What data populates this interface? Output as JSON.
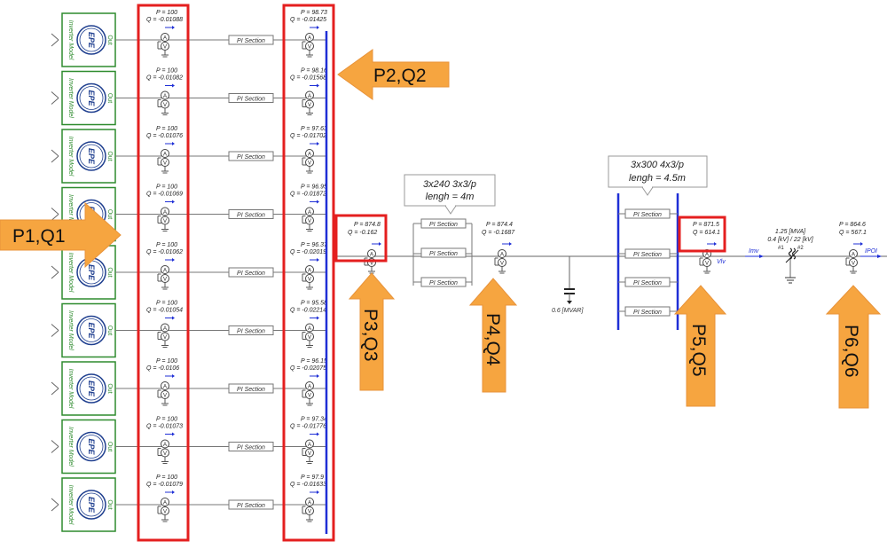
{
  "inverters": [
    {
      "model": "Inverter Model",
      "logo": "EPE",
      "port": "Out",
      "p1": "P = 100",
      "q1": "Q = -0.01088",
      "section": "PI Section",
      "p2": "P = 98.73",
      "q2": "Q = -0.01425"
    },
    {
      "model": "Inverter Model",
      "logo": "EPE",
      "port": "Out",
      "p1": "P = 100",
      "q1": "Q = -0.01082",
      "section": "PI Section",
      "p2": "P = 98.16",
      "q2": "Q = -0.01568"
    },
    {
      "model": "Inverter Model",
      "logo": "EPE",
      "port": "Out",
      "p1": "P = 100",
      "q1": "Q = -0.01076",
      "section": "PI Section",
      "p2": "P = 97.63",
      "q2": "Q = -0.01702"
    },
    {
      "model": "Inverter Model",
      "logo": "EPE",
      "port": "Out",
      "p1": "P = 100",
      "q1": "Q = -0.01069",
      "section": "PI Section",
      "p2": "P = 96.95",
      "q2": "Q = -0.01872"
    },
    {
      "model": "Inverter Model",
      "logo": "EPE",
      "port": "Out",
      "p1": "P = 100",
      "q1": "Q = -0.01062",
      "section": "PI Section",
      "p2": "P = 96.37",
      "q2": "Q = -0.02019"
    },
    {
      "model": "Inverter Model",
      "logo": "EPE",
      "port": "Out",
      "p1": "P = 100",
      "q1": "Q = -0.01054",
      "section": "PI Section",
      "p2": "P = 95.58",
      "q2": "Q = -0.02214"
    },
    {
      "model": "Inverter Model",
      "logo": "EPE",
      "port": "Out",
      "p1": "P = 100",
      "q1": "Q = -0.0106",
      "section": "PI Section",
      "p2": "P = 96.15",
      "q2": "Q = -0.02075"
    },
    {
      "model": "Inverter Model",
      "logo": "EPE",
      "port": "Out",
      "p1": "P = 100",
      "q1": "Q = -0.01073",
      "section": "PI Section",
      "p2": "P = 97.34",
      "q2": "Q = -0.01776"
    },
    {
      "model": "Inverter Model",
      "logo": "EPE",
      "port": "Out",
      "p1": "P = 100",
      "q1": "Q = -0.01079",
      "section": "PI Section",
      "p2": "P = 97.9",
      "q2": "Q = -0.01633"
    }
  ],
  "meters": {
    "m3": {
      "p": "P = 874.8",
      "q": "Q = -0.162"
    },
    "m4": {
      "p": "P = 874.4",
      "q": "Q = -0.1687"
    },
    "m5": {
      "p": "P = 871.5",
      "q": "Q = 614.1"
    },
    "m6": {
      "p": "P = 864.6",
      "q": "Q = 567.1"
    }
  },
  "cable1": {
    "line1": "3x240 3x3/p",
    "line2": "lengh = 4m",
    "section": "PI Section"
  },
  "cable2": {
    "line1": "3x300 4x3/p",
    "line2": "lengh = 4.5m",
    "section": "PI Section"
  },
  "capacitor": {
    "label": "0.6 [MVAR]"
  },
  "transformer": {
    "rating": "1.25 [MVA]",
    "voltage": "0.4 [kV] / 22 [kV]",
    "w1": "#1",
    "w2": "#2"
  },
  "signals": {
    "vlv": "Vlv",
    "imv": "Imv",
    "ipoi": "IPOI"
  },
  "callouts": {
    "a1": "P1,Q1",
    "a2": "P2,Q2",
    "a3": "P3,Q3",
    "a4": "P4,Q4",
    "a5": "P5,Q5",
    "a6": "P6,Q6"
  },
  "colors": {
    "green": "#2e8b2e",
    "epe": "#1f3f8f",
    "bus": "#1f2fd6",
    "highlight": "#e41f1f",
    "arrow": "#f6a540",
    "arrowStroke": "#e8933a",
    "meter": "#555555"
  }
}
